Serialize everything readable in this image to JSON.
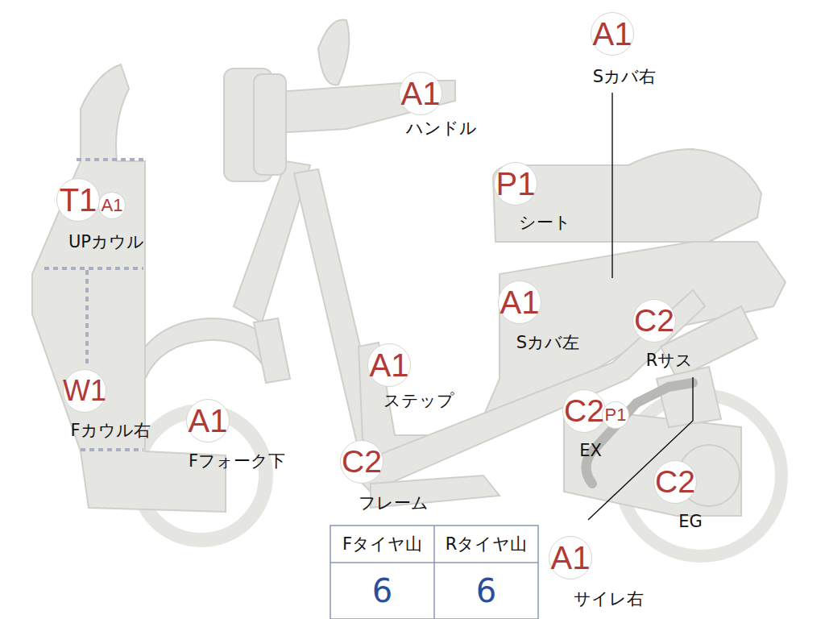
{
  "diagram": {
    "nodes": [
      {
        "text": [
          "A1",
          "Sカバ右"
        ]
      },
      {
        "text": [
          "A1",
          "ハンドル"
        ]
      },
      {
        "text": [
          "P1",
          "シート"
        ]
      },
      {
        "text": [
          "T1",
          "UPカウル"
        ]
      },
      {
        "text": [
          "A1"
        ]
      },
      {
        "text": [
          "A1",
          "Sカバ左"
        ]
      },
      {
        "text": [
          "C2",
          "Rサス"
        ]
      },
      {
        "text": [
          "A1",
          "ステップ"
        ]
      },
      {
        "text": [
          "W1",
          "Fカウル右"
        ]
      },
      {
        "text": [
          "A1",
          "Fフォーク下"
        ]
      },
      {
        "text": [
          "C2",
          "EX"
        ]
      },
      {
        "text": [
          "P1"
        ]
      },
      {
        "text": [
          "C2",
          "フレーム"
        ]
      },
      {
        "text": [
          "C2",
          "EG"
        ]
      },
      {
        "text": [
          "A1",
          "サイレ右"
        ]
      }
    ],
    "labels": [
      "Fタイヤ山",
      "Rタイヤ山",
      "6",
      "6"
    ]
  }
}
